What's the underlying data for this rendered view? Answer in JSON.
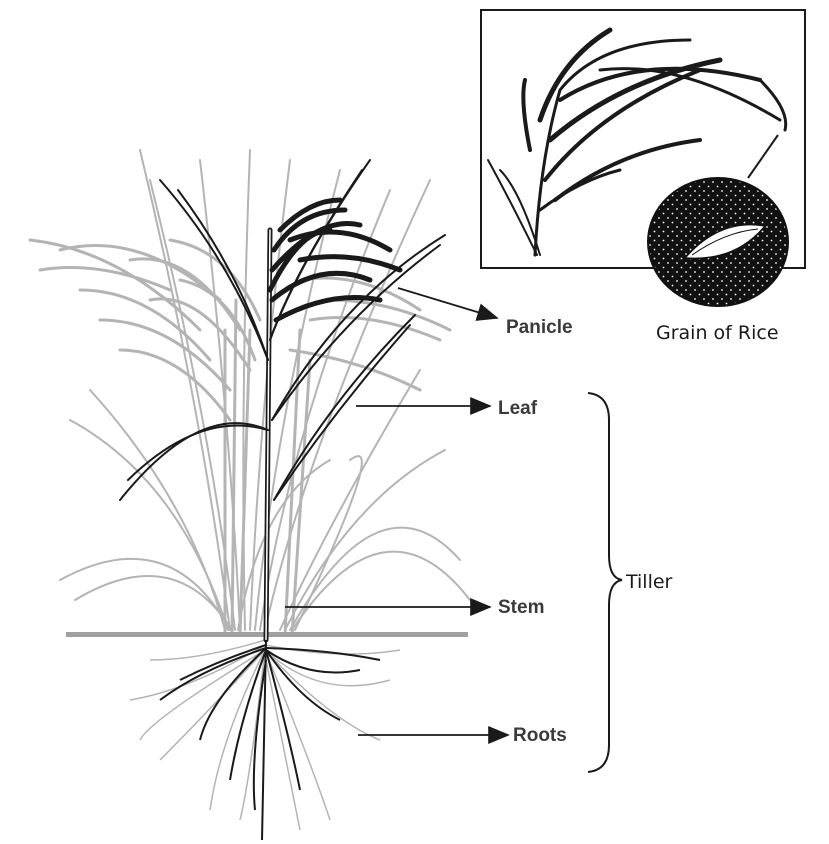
{
  "labels": {
    "panicle": "Panicle",
    "leaf": "Leaf",
    "stem": "Stem",
    "roots": "Roots",
    "tiller": "Tiller",
    "grain_of_rice": "Grain of Rice"
  },
  "colors": {
    "plant_dark": "#1a1a1a",
    "plant_light": "#b4b4b4",
    "ground": "#a0a0a0",
    "label_text": "#3a3a3a",
    "grain_fill": "#111111"
  },
  "icons": {
    "grain": "rice-grain-icon"
  }
}
